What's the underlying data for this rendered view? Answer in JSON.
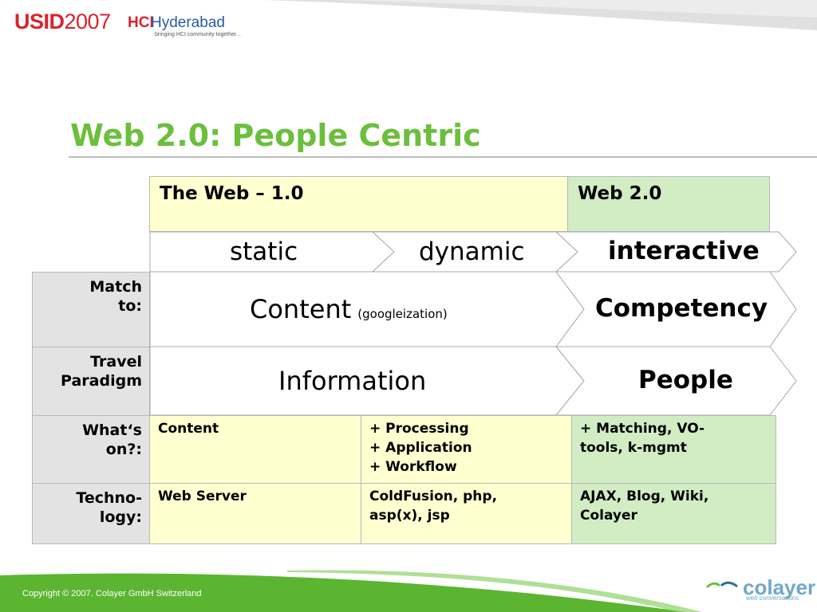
{
  "branding": {
    "usid_part1": "USID",
    "usid_part2": "2007",
    "hci_mark": "HCI",
    "hci_name": "Hyderabad",
    "hci_tagline": "bringing HCI community together...",
    "company_logo": "colayer",
    "company_tagline": "web conversations"
  },
  "slide": {
    "title": "Web 2.0: People Centric"
  },
  "header": {
    "web1": "The Web – 1.0",
    "web2": "Web 2.0"
  },
  "stages": [
    "static",
    "dynamic",
    "interactive"
  ],
  "rows": {
    "match_label": "Match to:",
    "match_content": "Content",
    "match_note": "(googleization)",
    "match_competency": "Competency",
    "travel_label": "Travel Paradigm",
    "travel_information": "Information",
    "travel_people": "People",
    "whats_label": "What‘s on?:",
    "whats_col1": "Content",
    "whats_col2": [
      "+ Processing",
      "+ Application",
      "+ Workflow"
    ],
    "whats_col3": [
      "+ Matching, VO-",
      "tools, k-mgmt"
    ],
    "tech_label": "Techno- logy:",
    "tech_col1": "Web Server",
    "tech_col2": [
      "ColdFusion, php,",
      "asp(x), jsp"
    ],
    "tech_col3": [
      "AJAX, Blog, Wiki,",
      "Colayer"
    ]
  },
  "footer": {
    "copyright": "Copyright © 2007. Colayer GmbH Switzerland"
  },
  "colors": {
    "title_green": "#6cbf3c",
    "web1_yellow": "#ffffd0",
    "web2_green": "#d2edc4",
    "label_gray": "#e3e3e3",
    "footer_green": "#5cb531"
  }
}
